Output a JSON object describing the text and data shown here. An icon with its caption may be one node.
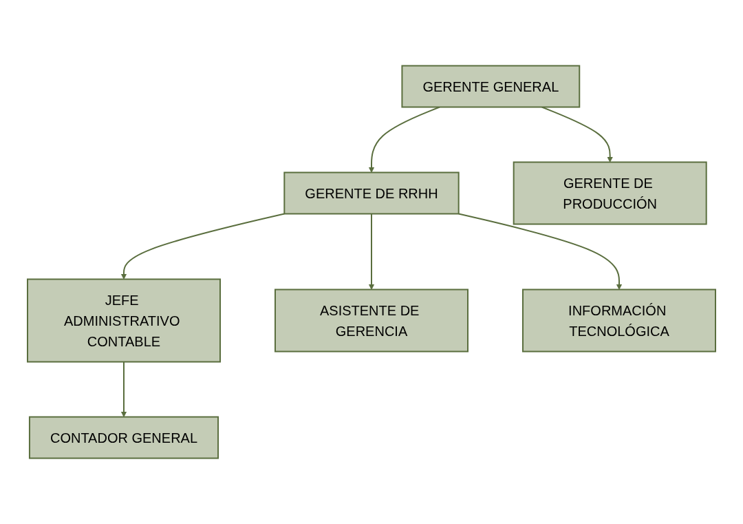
{
  "diagram": {
    "nodes": [
      {
        "text": [
          "GERENTE GENERAL"
        ]
      },
      {
        "text": [
          "GERENTE DE RRHH"
        ]
      },
      {
        "text": [
          "GERENTE DE PRODUCCIÓN"
        ]
      },
      {
        "text": [
          "JEFE ADMINISTRATIVO CONTABLE"
        ]
      },
      {
        "text": [
          "ASISTENTE DE GERENCIA"
        ]
      },
      {
        "text": [
          "INFORMACIÓN TECNOLÓGICA"
        ]
      },
      {
        "text": [
          "CONTADOR GENERAL"
        ]
      }
    ],
    "edges": [
      {
        "from": 0,
        "to": 1,
        "arrow": "to"
      },
      {
        "from": 0,
        "to": 2,
        "arrow": "to"
      },
      {
        "from": 1,
        "to": 3,
        "arrow": "to"
      },
      {
        "from": 1,
        "to": 4,
        "arrow": "to"
      },
      {
        "from": 1,
        "to": 5,
        "arrow": "to"
      },
      {
        "from": 3,
        "to": 6,
        "arrow": "to"
      }
    ]
  }
}
